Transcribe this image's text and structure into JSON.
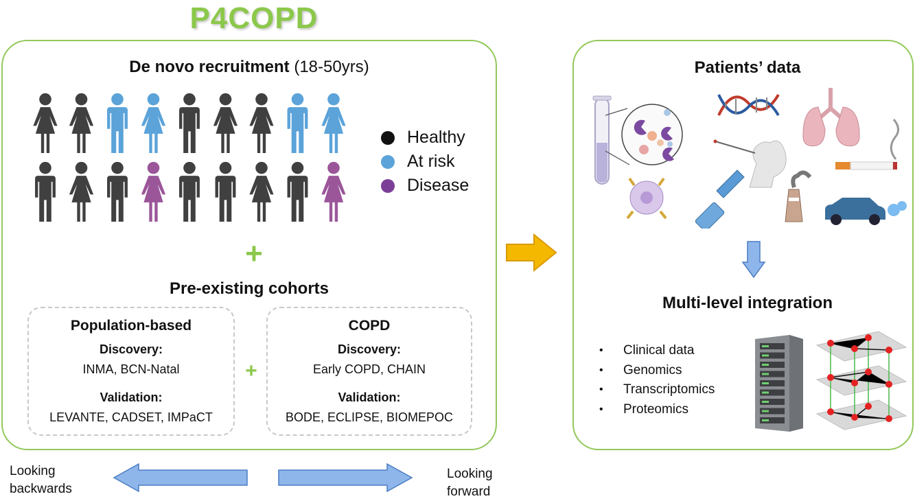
{
  "title": "P4COPD",
  "recruitment": {
    "heading": "De novo recruitment",
    "age_range": "(18-50yrs)",
    "legend": [
      {
        "label": "Healthy",
        "color": "#111111"
      },
      {
        "label": "At risk",
        "color": "#5ba3d9"
      },
      {
        "label": "Disease",
        "color": "#7b3f98"
      }
    ],
    "people_rows": [
      [
        "female-healthy",
        "female-healthy",
        "male-at-risk",
        "female-at-risk",
        "male-healthy",
        "female-healthy",
        "female-healthy",
        "male-at-risk",
        "female-at-risk"
      ],
      [
        "male-healthy",
        "female-healthy",
        "male-healthy",
        "female-disease",
        "male-healthy",
        "male-healthy",
        "female-healthy",
        "male-healthy",
        "female-disease"
      ]
    ],
    "plus": "+"
  },
  "cohorts": {
    "heading": "Pre-existing cohorts",
    "plus": "+",
    "population": {
      "title": "Population-based",
      "discovery_label": "Discovery:",
      "discovery": "INMA, BCN-Natal",
      "validation_label": "Validation:",
      "validation": "LEVANTE, CADSET, IMPaCT"
    },
    "copd": {
      "title": "COPD",
      "discovery_label": "Discovery:",
      "discovery": "Early COPD, CHAIN",
      "validation_label": "Validation:",
      "validation": "BODE, ECLIPSE, BIOMEPOC"
    }
  },
  "patients": {
    "heading": "Patients’ data",
    "icons": [
      "test-tube-icon",
      "microscope-cells-icon",
      "dna-icon",
      "lungs-icon",
      "nasal-swab-icon",
      "cigarette-icon",
      "immune-cell-icon",
      "inhaler-icon",
      "factory-icon",
      "car-exhaust-icon"
    ]
  },
  "integration": {
    "heading": "Multi-level integration",
    "items": [
      "Clinical data",
      "Genomics",
      "Transcriptomics",
      "Proteomics"
    ],
    "icons": [
      "server-rack-icon",
      "multilayer-network-icon"
    ]
  },
  "footer": {
    "backwards": [
      "Looking",
      "backwards"
    ],
    "forward": [
      "Looking",
      "forward"
    ]
  }
}
